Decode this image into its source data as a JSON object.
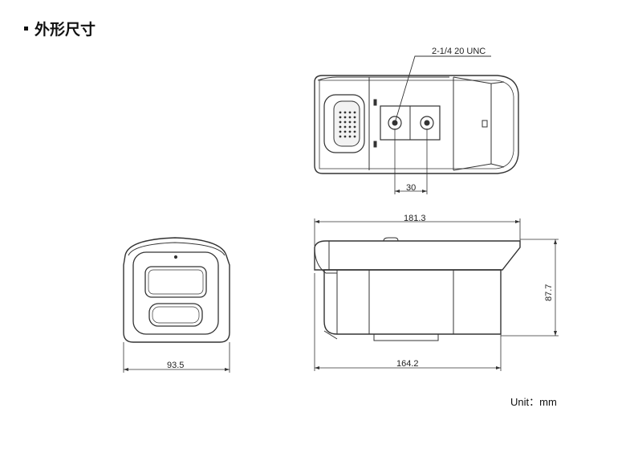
{
  "heading": "外形尺寸",
  "unit_label": "Unit：mm",
  "annotations": {
    "thread": "2-1/4 20 UNC",
    "hole_spacing": "30",
    "total_length": "181.3",
    "body_length": "164.2",
    "height": "87.7",
    "front_width": "93.5"
  }
}
